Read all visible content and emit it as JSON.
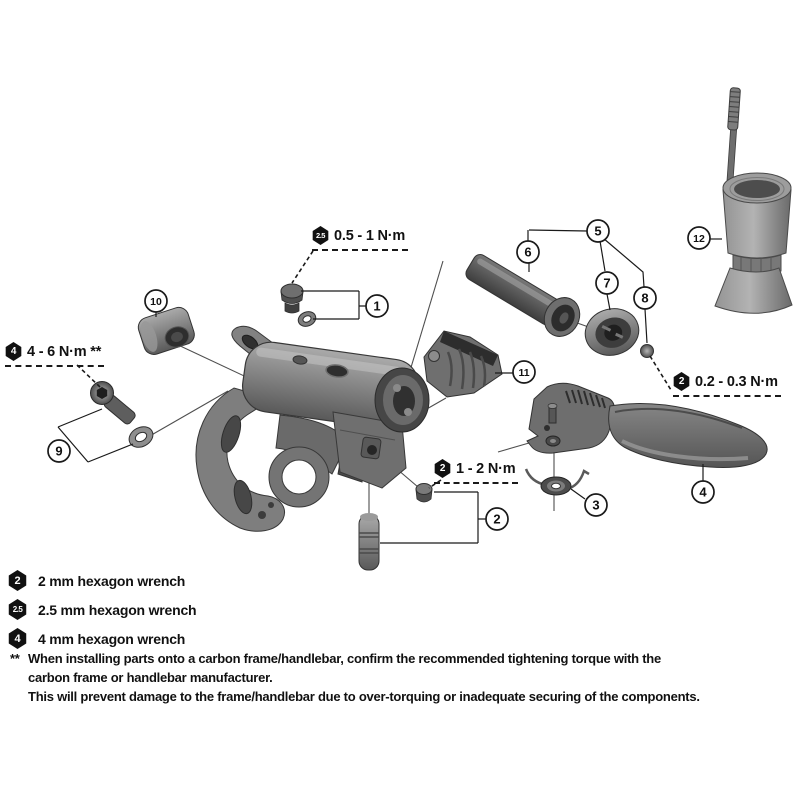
{
  "figure": {
    "type": "exploded-parts-diagram",
    "subject": "hydraulic brake lever assembly"
  },
  "torque_labels": [
    {
      "wrench_size": "2.5",
      "torque": "0.5 - 1 N·m"
    },
    {
      "wrench_size": "4",
      "torque": "4 - 6 N·m **"
    },
    {
      "wrench_size": "2",
      "torque": "0.2 - 0.3 N·m"
    },
    {
      "wrench_size": "2",
      "torque": "1 - 2 N·m"
    }
  ],
  "callouts": [
    {
      "number": "1"
    },
    {
      "number": "2"
    },
    {
      "number": "3"
    },
    {
      "number": "4"
    },
    {
      "number": "5"
    },
    {
      "number": "6"
    },
    {
      "number": "7"
    },
    {
      "number": "8"
    },
    {
      "number": "9"
    },
    {
      "number": "10"
    },
    {
      "number": "11"
    },
    {
      "number": "12"
    }
  ],
  "legend": [
    {
      "wrench_size": "2",
      "label": "2 mm hexagon wrench"
    },
    {
      "wrench_size": "2.5",
      "label": "2.5 mm hexagon wrench"
    },
    {
      "wrench_size": "4",
      "label": "4 mm hexagon wrench"
    }
  ],
  "footnote": {
    "marker": "**",
    "line1": "When installing parts onto a carbon frame/handlebar, confirm the recommended tightening torque with the",
    "line2": "carbon frame or handlebar manufacturer.",
    "line3": "This will prevent damage to the frame/handlebar due to over-torquing or inadequate securing of the components."
  },
  "colors": {
    "background": "#ffffff",
    "ink": "#1a1a1a",
    "part_gray": "#7e7e7e",
    "part_dark": "#3e3e3e"
  }
}
